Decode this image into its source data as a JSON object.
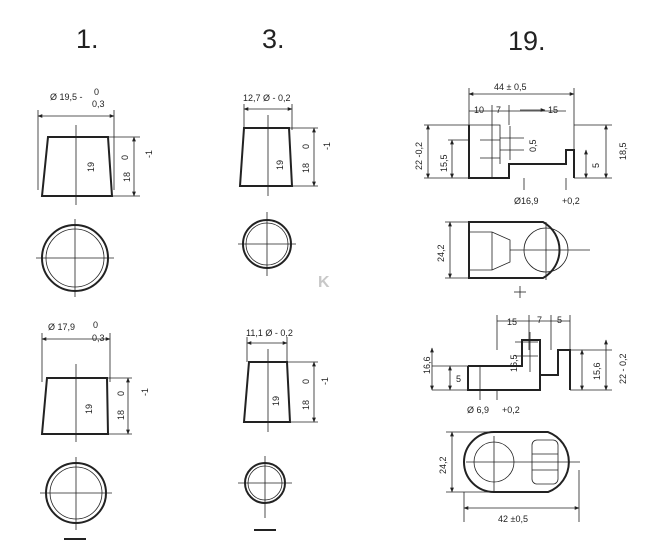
{
  "columns": {
    "col1": {
      "heading": "1.",
      "part_a": {
        "diameter": "Ø 19,5 -",
        "tol_upper": "0",
        "tol_lower": "0,3",
        "inner_height": "19",
        "height": "18",
        "height_tol_upper": "0",
        "height_tol_lower": "-1"
      },
      "part_b": {
        "diameter": "Ø 17,9",
        "tol_upper": "0",
        "tol_lower": "0,3",
        "inner_height": "19",
        "height": "18",
        "height_tol_upper": "0",
        "height_tol_lower": "-1"
      }
    },
    "col3": {
      "heading": "3.",
      "part_a": {
        "diameter": "12,7 Ø - 0,2",
        "inner_height": "19",
        "height": "18",
        "height_tol_upper": "0",
        "height_tol_lower": "-1"
      },
      "part_b": {
        "diameter": "11,1 Ø - 0,2",
        "inner_height": "19",
        "height": "18",
        "height_tol_upper": "0",
        "height_tol_lower": "-1"
      }
    },
    "col19": {
      "heading": "19.",
      "part_a": {
        "width": "44 ± 0,5",
        "seg1": "10",
        "seg2": "7",
        "seg3": "15",
        "offset": "0,5",
        "left_height": "22 -0,2",
        "inner_height": "15,5",
        "right_height": "18,5",
        "step": "5",
        "hole": "Ø16,9",
        "hole_tol": "+0,2",
        "plan_height": "24,2"
      },
      "part_b": {
        "seg1": "15",
        "seg2": "7",
        "seg3": "5",
        "left_height": "16,6",
        "step": "5",
        "inner": "16,5",
        "right_inner": "15,6",
        "right_height": "22 - 0,2",
        "hole": "Ø 6,9",
        "hole_tol": "+0,2",
        "plan_height": "24,2",
        "plan_width": "42 ±0,5"
      }
    }
  }
}
